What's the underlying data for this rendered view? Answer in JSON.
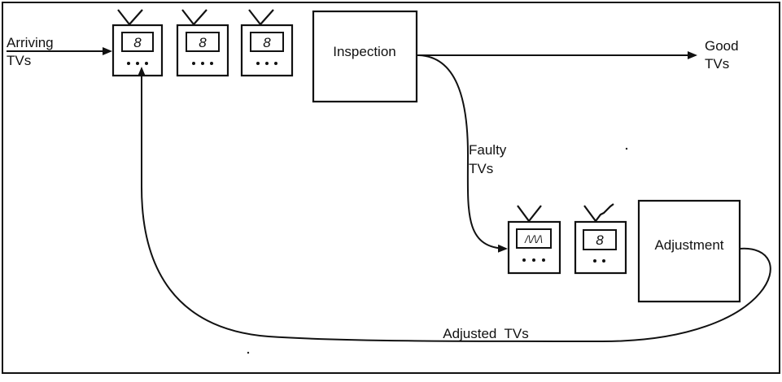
{
  "diagram": {
    "title": "",
    "labels": {
      "arriving": [
        "Arriving",
        "TVs"
      ],
      "good": [
        "Good",
        "TVs"
      ],
      "faulty": [
        "Faulty",
        "TVs"
      ],
      "adjusted": "Adjusted  TVs"
    },
    "stations": {
      "inspection": "Inspection",
      "adjustment": "Adjustment"
    },
    "tv_screens": {
      "queue_1": "8",
      "queue_2": "8",
      "queue_3": "8",
      "faulty_1": "/\\/\\/\\",
      "faulty_2": "8"
    }
  }
}
